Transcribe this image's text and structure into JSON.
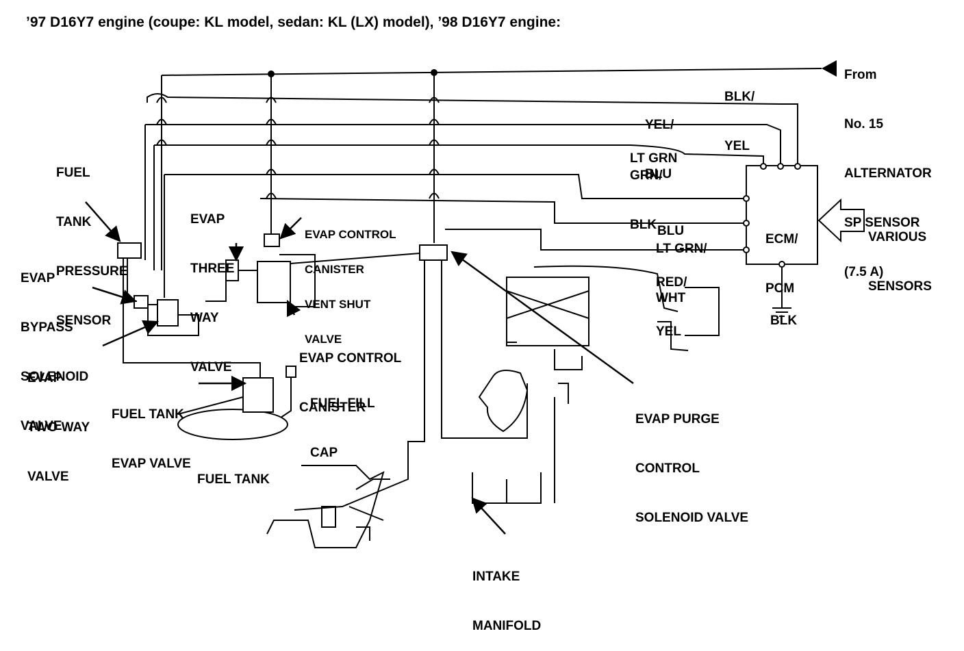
{
  "title": "’97 D16Y7 engine (coupe: KL model, sedan: KL (LX) model), ’98 D16Y7 engine:",
  "labels": {
    "from": [
      "From",
      "No. 15",
      "ALTERNATOR",
      "SP SENSOR",
      "(7.5 A)"
    ],
    "blk_yel": [
      "BLK/",
      "YEL"
    ],
    "yel_blu": [
      "YEL/",
      "BLU"
    ],
    "lt_grn": [
      "LT GRN"
    ],
    "grn_blk": [
      "GRN/",
      "BLK"
    ],
    "blu": [
      "BLU"
    ],
    "lt_grn_wht": [
      "LT GRN/",
      "WHT"
    ],
    "red_yel": [
      "RED/",
      "YEL"
    ],
    "blk": [
      "BLK"
    ],
    "ecm": [
      "ECM/",
      "PCM"
    ],
    "various": [
      "VARIOUS",
      "SENSORS"
    ],
    "fuel_tank_pressure": [
      "FUEL",
      "TANK",
      "PRESSURE",
      "SENSOR"
    ],
    "bypass": [
      "EVAP",
      "BYPASS",
      "SOLENOID",
      "VALVE"
    ],
    "three_way": [
      "EVAP",
      "THREE",
      "WAY",
      "VALVE"
    ],
    "vent_shut": [
      "EVAP CONTROL",
      "CANISTER",
      "VENT SHUT",
      "VALVE"
    ],
    "canister": [
      "EVAP CONTROL",
      "CANISTER"
    ],
    "two_way": [
      "EVAP",
      "TWO WAY",
      "VALVE"
    ],
    "tank_evap": [
      "FUEL TANK",
      "EVAP VALVE"
    ],
    "fill_cap": [
      "FUEL FILL",
      "CAP"
    ],
    "fuel_tank": [
      "FUEL TANK"
    ],
    "purge": [
      "EVAP PURGE",
      "CONTROL",
      "SOLENOID VALVE"
    ],
    "intake": [
      "INTAKE",
      "MANIFOLD"
    ]
  }
}
